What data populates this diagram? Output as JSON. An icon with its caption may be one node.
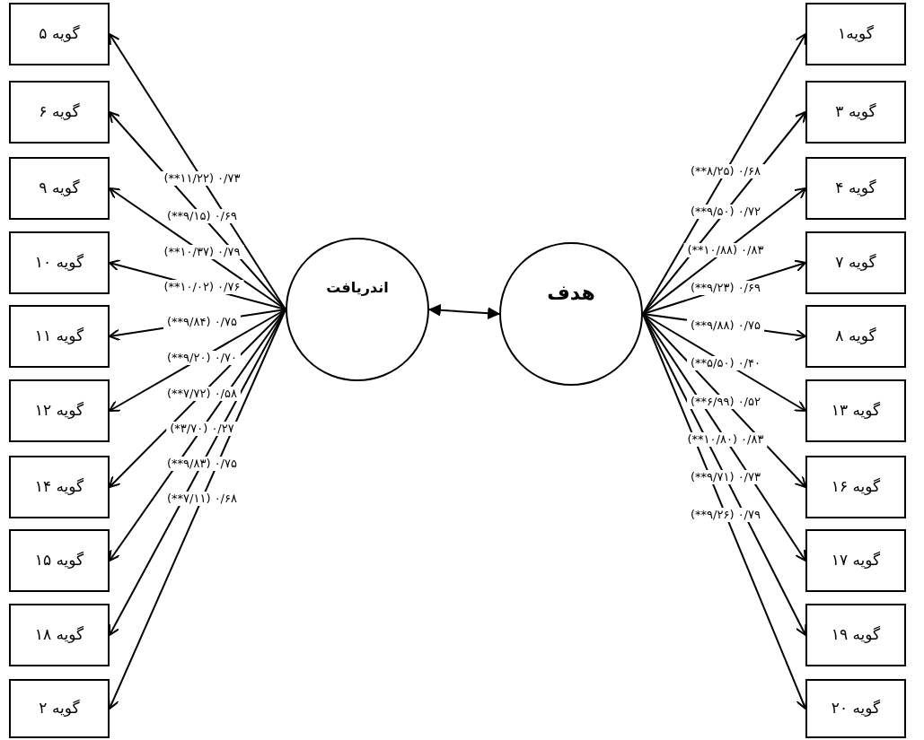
{
  "diagram": {
    "nodes": [
      {
        "text": [
          "اندریافت"
        ]
      },
      {
        "text": [
          "هدف"
        ]
      },
      {
        "text": [
          "گویه ۵"
        ]
      },
      {
        "text": [
          "گویه ۶"
        ]
      },
      {
        "text": [
          "گویه ۹"
        ]
      },
      {
        "text": [
          "گویه ۱۰"
        ]
      },
      {
        "text": [
          "گویه ۱۱"
        ]
      },
      {
        "text": [
          "گویه ۱۲"
        ]
      },
      {
        "text": [
          "گویه ۱۴"
        ]
      },
      {
        "text": [
          "گویه ۱۵"
        ]
      },
      {
        "text": [
          "گویه ۱۸"
        ]
      },
      {
        "text": [
          "گویه ۲"
        ]
      },
      {
        "text": [
          "گویه۱"
        ]
      },
      {
        "text": [
          "گویه ۳"
        ]
      },
      {
        "text": [
          "گویه ۴"
        ]
      },
      {
        "text": [
          "گویه ۷"
        ]
      },
      {
        "text": [
          "گویه ۸"
        ]
      },
      {
        "text": [
          "گویه ۱۳"
        ]
      },
      {
        "text": [
          "گویه ۱۶"
        ]
      },
      {
        "text": [
          "گویه ۱۷"
        ]
      },
      {
        "text": [
          "گویه ۱۹"
        ]
      },
      {
        "text": [
          "گویه ۲۰"
        ]
      }
    ],
    "edges": [
      {
        "from": 0,
        "to": 1,
        "arrow": "both"
      },
      {
        "from": 0,
        "to": 2,
        "arrow": "to",
        "label": "(**۱۱/۲۲) ۰/۷۳"
      },
      {
        "from": 0,
        "to": 3,
        "arrow": "to",
        "label": "(**۹/۱۵) ۰/۶۹"
      },
      {
        "from": 0,
        "to": 4,
        "arrow": "to",
        "label": "(**۱۰/۳۷) ۰/۷۹"
      },
      {
        "from": 0,
        "to": 5,
        "arrow": "to",
        "label": "(**۱۰/۰۲) ۰/۷۶"
      },
      {
        "from": 0,
        "to": 6,
        "arrow": "to",
        "label": "(**۹/۸۴) ۰/۷۵"
      },
      {
        "from": 0,
        "to": 7,
        "arrow": "to",
        "label": "(**۹/۲۰) ۰/۷۰"
      },
      {
        "from": 0,
        "to": 8,
        "arrow": "to",
        "label": "(**۷/۷۲) ۰/۵۸"
      },
      {
        "from": 0,
        "to": 9,
        "arrow": "to",
        "label": "(*۳/۷۰) ۰/۲۷"
      },
      {
        "from": 0,
        "to": 10,
        "arrow": "to",
        "label": "(**۹/۸۳) ۰/۷۵"
      },
      {
        "from": 0,
        "to": 11,
        "arrow": "to",
        "label": "(**۷/۱۱) ۰/۶۸"
      },
      {
        "from": 1,
        "to": 12,
        "arrow": "to",
        "label": "(**۸/۲۵) ۰/۶۸"
      },
      {
        "from": 1,
        "to": 13,
        "arrow": "to",
        "label": "(**۹/۵۰) ۰/۷۲"
      },
      {
        "from": 1,
        "to": 14,
        "arrow": "to",
        "label": "(**۱۰/۸۸) ۰/۸۳"
      },
      {
        "from": 1,
        "to": 15,
        "arrow": "to",
        "label": "(**۹/۲۳) ۰/۶۹"
      },
      {
        "from": 1,
        "to": 16,
        "arrow": "to",
        "label": "(**۹/۸۸) ۰/۷۵"
      },
      {
        "from": 1,
        "to": 17,
        "arrow": "to",
        "label": "(**۵/۵۰) ۰/۴۰"
      },
      {
        "from": 1,
        "to": 18,
        "arrow": "to",
        "label": "(**۶/۹۹) ۰/۵۲"
      },
      {
        "from": 1,
        "to": 19,
        "arrow": "to",
        "label": "(**۱۰/۸۰) ۰/۸۳"
      },
      {
        "from": 1,
        "to": 20,
        "arrow": "to",
        "label": "(**۹/۷۱) ۰/۷۳"
      },
      {
        "from": 1,
        "to": 21,
        "arrow": "to",
        "label": "(**۹/۲۶) ۰/۷۹"
      }
    ]
  }
}
